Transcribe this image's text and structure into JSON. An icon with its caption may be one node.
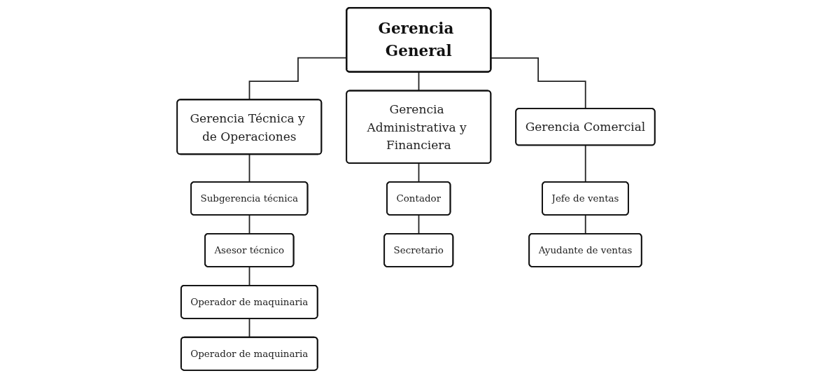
{
  "diagram": {
    "nodes": [
      {
        "text": [
          "Gerencia General"
        ]
      },
      {
        "text": [
          "Gerencia Técnica y de Operaciones"
        ]
      },
      {
        "text": [
          "Gerencia Administrativa y Financiera"
        ]
      },
      {
        "text": [
          "Gerencia Comercial"
        ]
      },
      {
        "text": [
          "Subgerencia técnica"
        ]
      },
      {
        "text": [
          "Asesor técnico"
        ]
      },
      {
        "text": [
          "Operador de maquinaria"
        ]
      },
      {
        "text": [
          "Operador de maquinaria"
        ]
      },
      {
        "text": [
          "Contador"
        ]
      },
      {
        "text": [
          "Secretario"
        ]
      },
      {
        "text": [
          "Jefe de ventas"
        ]
      },
      {
        "text": [
          "Ayudante de ventas"
        ]
      }
    ],
    "edges": [
      {
        "from": 0,
        "to": 1,
        "arrow": "none"
      },
      {
        "from": 0,
        "to": 2,
        "arrow": "none"
      },
      {
        "from": 0,
        "to": 3,
        "arrow": "none"
      },
      {
        "from": 1,
        "to": 4,
        "arrow": "none"
      },
      {
        "from": 4,
        "to": 5,
        "arrow": "none"
      },
      {
        "from": 5,
        "to": 6,
        "arrow": "none"
      },
      {
        "from": 6,
        "to": 7,
        "arrow": "none"
      },
      {
        "from": 2,
        "to": 8,
        "arrow": "none"
      },
      {
        "from": 8,
        "to": 9,
        "arrow": "none"
      },
      {
        "from": 3,
        "to": 10,
        "arrow": "none"
      },
      {
        "from": 10,
        "to": 11,
        "arrow": "none"
      }
    ]
  }
}
